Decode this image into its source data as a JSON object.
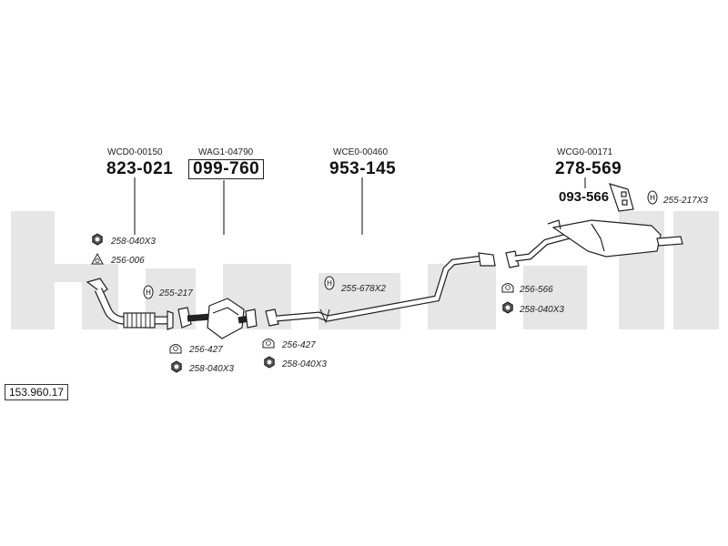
{
  "reference": "153.960.17",
  "groups": [
    {
      "code": "WCD0-00150",
      "part": "823-021"
    },
    {
      "code": "WAG1-04790",
      "part": "099-760"
    },
    {
      "code": "WCE0-00460",
      "part": "953-145"
    },
    {
      "code": "WCG0-00171",
      "part": "278-569"
    }
  ],
  "sub_part": "093-566",
  "fittings": [
    {
      "id": "a",
      "icon": "nut-icon",
      "label": "258-040X3"
    },
    {
      "id": "b",
      "icon": "gasket-triangle-icon",
      "label": "256-006"
    },
    {
      "id": "c",
      "icon": "rubber-mount-icon",
      "label": "255-217"
    },
    {
      "id": "d",
      "icon": "gasket-round-icon",
      "label": "256-427"
    },
    {
      "id": "e",
      "icon": "nut-icon",
      "label": "258-040X3"
    },
    {
      "id": "f",
      "icon": "gasket-round-icon",
      "label": "256-427"
    },
    {
      "id": "g",
      "icon": "nut-icon",
      "label": "258-040X3"
    },
    {
      "id": "h",
      "icon": "rubber-mount-icon",
      "label": "255-678X2"
    },
    {
      "id": "i",
      "icon": "gasket-round-icon",
      "label": "256-566"
    },
    {
      "id": "j",
      "icon": "nut-icon",
      "label": "258-040X3"
    },
    {
      "id": "k",
      "icon": "rubber-mount-icon",
      "label": "255-217X3"
    }
  ]
}
